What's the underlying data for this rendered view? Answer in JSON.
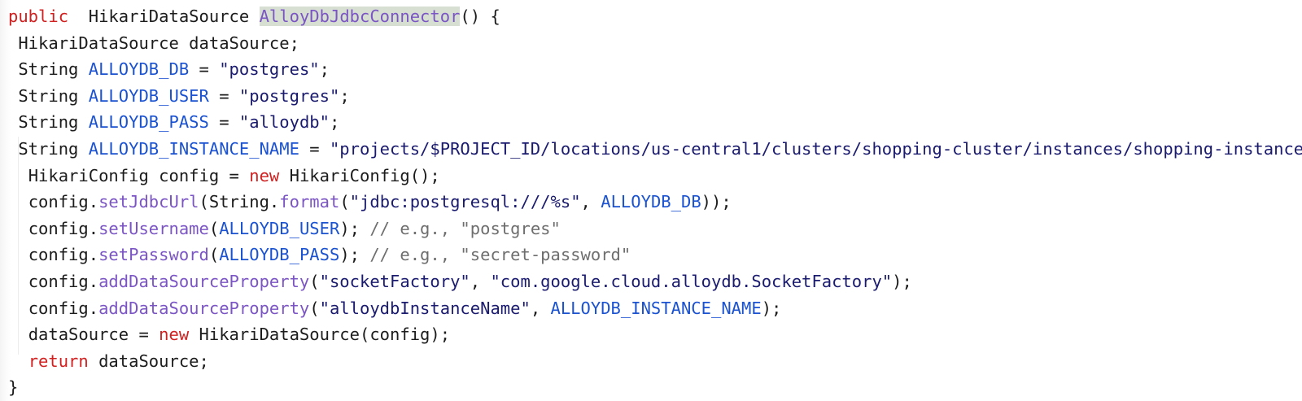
{
  "editor": {
    "language": "java",
    "background": "#ffffff",
    "highlight_background": "#d6dfd1",
    "colors": {
      "keyword": "#d02020",
      "identifier": "#1c1c1c",
      "variable": "#1a52d0",
      "method": "#7b55c4",
      "string": "#1a1a6e",
      "comment": "#6e6e6e",
      "function_name": "#7b55c4"
    }
  },
  "code": {
    "lines": [
      {
        "indent": 0,
        "tokens": [
          {
            "t": "kw",
            "v": "public"
          },
          {
            "t": "plain",
            "v": "  "
          },
          {
            "t": "type",
            "v": "HikariDataSource"
          },
          {
            "t": "plain",
            "v": " "
          },
          {
            "t": "fnname",
            "v": "AlloyDbJdbcConnector"
          },
          {
            "t": "punct",
            "v": "() {"
          }
        ]
      },
      {
        "indent": 1,
        "tokens": [
          {
            "t": "type",
            "v": "HikariDataSource"
          },
          {
            "t": "plain",
            "v": " "
          },
          {
            "t": "ident",
            "v": "dataSource"
          },
          {
            "t": "punct",
            "v": ";"
          }
        ]
      },
      {
        "indent": 1,
        "tokens": [
          {
            "t": "type",
            "v": "String"
          },
          {
            "t": "plain",
            "v": " "
          },
          {
            "t": "var",
            "v": "ALLOYDB_DB"
          },
          {
            "t": "plain",
            "v": " = "
          },
          {
            "t": "string",
            "v": "\"postgres\""
          },
          {
            "t": "punct",
            "v": ";"
          }
        ]
      },
      {
        "indent": 1,
        "tokens": [
          {
            "t": "type",
            "v": "String"
          },
          {
            "t": "plain",
            "v": " "
          },
          {
            "t": "var",
            "v": "ALLOYDB_USER"
          },
          {
            "t": "plain",
            "v": " = "
          },
          {
            "t": "string",
            "v": "\"postgres\""
          },
          {
            "t": "punct",
            "v": ";"
          }
        ]
      },
      {
        "indent": 1,
        "tokens": [
          {
            "t": "type",
            "v": "String"
          },
          {
            "t": "plain",
            "v": " "
          },
          {
            "t": "var",
            "v": "ALLOYDB_PASS"
          },
          {
            "t": "plain",
            "v": " = "
          },
          {
            "t": "string",
            "v": "\"alloydb\""
          },
          {
            "t": "punct",
            "v": ";"
          }
        ]
      },
      {
        "indent": 1,
        "tokens": [
          {
            "t": "type",
            "v": "String"
          },
          {
            "t": "plain",
            "v": " "
          },
          {
            "t": "var",
            "v": "ALLOYDB_INSTANCE_NAME"
          },
          {
            "t": "plain",
            "v": " = "
          },
          {
            "t": "string",
            "v": "\"projects/$PROJECT_ID/locations/us-central1/clusters/shopping-cluster/instances/shopping-instance\""
          },
          {
            "t": "punct",
            "v": ";"
          }
        ]
      },
      {
        "indent": 2,
        "tokens": [
          {
            "t": "type",
            "v": "HikariConfig"
          },
          {
            "t": "plain",
            "v": " "
          },
          {
            "t": "ident",
            "v": "config"
          },
          {
            "t": "plain",
            "v": " = "
          },
          {
            "t": "kw",
            "v": "new"
          },
          {
            "t": "plain",
            "v": " "
          },
          {
            "t": "type",
            "v": "HikariConfig"
          },
          {
            "t": "punct",
            "v": "();"
          }
        ]
      },
      {
        "indent": 2,
        "tokens": [
          {
            "t": "ident",
            "v": "config"
          },
          {
            "t": "punct",
            "v": "."
          },
          {
            "t": "method",
            "v": "setJdbcUrl"
          },
          {
            "t": "punct",
            "v": "("
          },
          {
            "t": "type",
            "v": "String"
          },
          {
            "t": "punct",
            "v": "."
          },
          {
            "t": "method",
            "v": "format"
          },
          {
            "t": "punct",
            "v": "("
          },
          {
            "t": "string",
            "v": "\"jdbc:postgresql:///%s\""
          },
          {
            "t": "punct",
            "v": ", "
          },
          {
            "t": "var",
            "v": "ALLOYDB_DB"
          },
          {
            "t": "punct",
            "v": "));"
          }
        ]
      },
      {
        "indent": 2,
        "tokens": [
          {
            "t": "ident",
            "v": "config"
          },
          {
            "t": "punct",
            "v": "."
          },
          {
            "t": "method",
            "v": "setUsername"
          },
          {
            "t": "punct",
            "v": "("
          },
          {
            "t": "var",
            "v": "ALLOYDB_USER"
          },
          {
            "t": "punct",
            "v": "); "
          },
          {
            "t": "comment",
            "v": "// e.g., \"postgres\""
          }
        ]
      },
      {
        "indent": 2,
        "tokens": [
          {
            "t": "ident",
            "v": "config"
          },
          {
            "t": "punct",
            "v": "."
          },
          {
            "t": "method",
            "v": "setPassword"
          },
          {
            "t": "punct",
            "v": "("
          },
          {
            "t": "var",
            "v": "ALLOYDB_PASS"
          },
          {
            "t": "punct",
            "v": "); "
          },
          {
            "t": "comment",
            "v": "// e.g., \"secret-password\""
          }
        ]
      },
      {
        "indent": 2,
        "tokens": [
          {
            "t": "ident",
            "v": "config"
          },
          {
            "t": "punct",
            "v": "."
          },
          {
            "t": "method",
            "v": "addDataSourceProperty"
          },
          {
            "t": "punct",
            "v": "("
          },
          {
            "t": "string",
            "v": "\"socketFactory\""
          },
          {
            "t": "punct",
            "v": ", "
          },
          {
            "t": "string",
            "v": "\"com.google.cloud.alloydb.SocketFactory\""
          },
          {
            "t": "punct",
            "v": ");"
          }
        ]
      },
      {
        "indent": 2,
        "tokens": [
          {
            "t": "ident",
            "v": "config"
          },
          {
            "t": "punct",
            "v": "."
          },
          {
            "t": "method",
            "v": "addDataSourceProperty"
          },
          {
            "t": "punct",
            "v": "("
          },
          {
            "t": "string",
            "v": "\"alloydbInstanceName\""
          },
          {
            "t": "punct",
            "v": ", "
          },
          {
            "t": "var",
            "v": "ALLOYDB_INSTANCE_NAME"
          },
          {
            "t": "punct",
            "v": ");"
          }
        ]
      },
      {
        "indent": 2,
        "tokens": [
          {
            "t": "ident",
            "v": "dataSource"
          },
          {
            "t": "plain",
            "v": " = "
          },
          {
            "t": "kw",
            "v": "new"
          },
          {
            "t": "plain",
            "v": " "
          },
          {
            "t": "type",
            "v": "HikariDataSource"
          },
          {
            "t": "punct",
            "v": "("
          },
          {
            "t": "ident",
            "v": "config"
          },
          {
            "t": "punct",
            "v": ");"
          }
        ]
      },
      {
        "indent": 2,
        "tokens": [
          {
            "t": "kw",
            "v": "return"
          },
          {
            "t": "plain",
            "v": " "
          },
          {
            "t": "ident",
            "v": "dataSource"
          },
          {
            "t": "punct",
            "v": ";"
          }
        ]
      },
      {
        "indent": -1,
        "tokens": [
          {
            "t": "punct",
            "v": "}"
          }
        ]
      }
    ]
  }
}
